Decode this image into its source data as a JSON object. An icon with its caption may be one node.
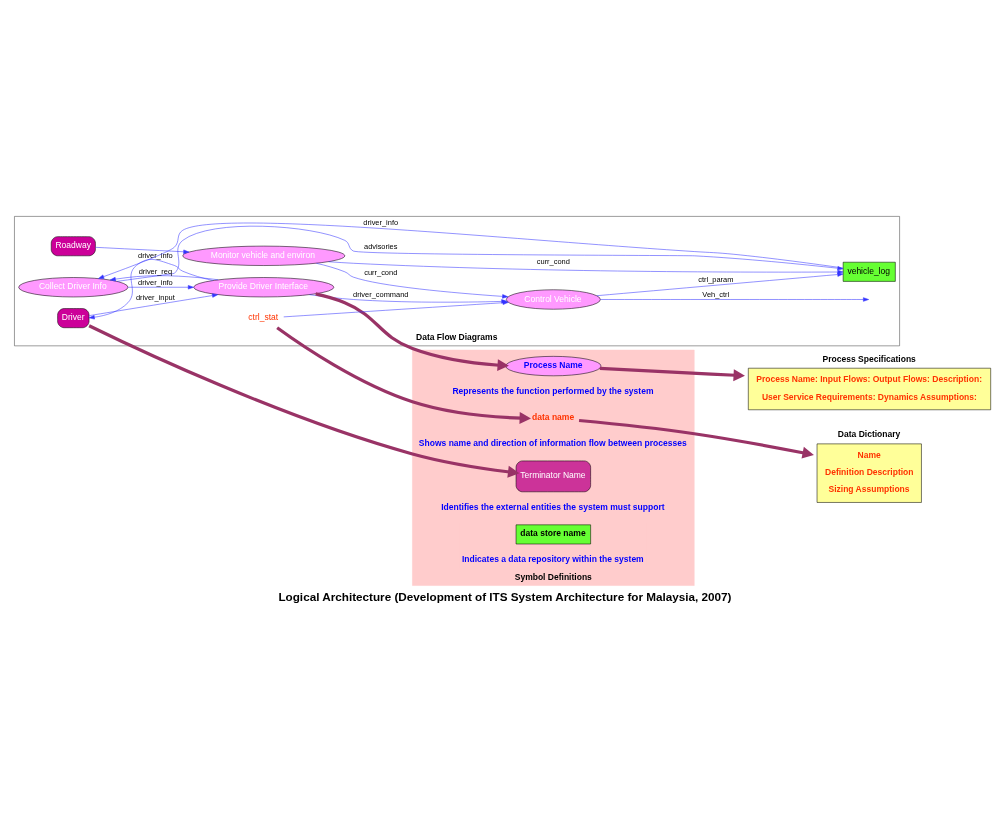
{
  "diagram": {
    "caption": "Logical Architecture (Development of ITS System Architecture for Malaysia, 2007)",
    "nodes": [
      {
        "text": [
          "Data Flow Diagrams"
        ]
      },
      {
        "text": [
          "Driver"
        ],
        "in": 0
      },
      {
        "text": [
          "Collect Driver Info"
        ],
        "in": 0
      },
      {
        "text": [
          "Provide Driver Interface"
        ],
        "in": 0
      },
      {
        "text": [
          "vehicle_log"
        ],
        "in": 0
      },
      {
        "text": [
          "Control Vehicle"
        ],
        "in": 0
      },
      {
        "text": [
          "Monitor vehicle and environ"
        ],
        "in": 0
      },
      {
        "text": [
          "Roadway"
        ],
        "in": 0
      },
      {
        "text": [
          "ctrl_stat"
        ],
        "in": 0
      },
      {
        "text": [
          "Symbol Definitions"
        ]
      },
      {
        "text": [
          "Terminator Name"
        ],
        "in": 9,
        "beside": [
          "Identifies the external entities the system must support"
        ]
      },
      {
        "text": [
          "Process Name"
        ],
        "in": 9,
        "beside": [
          "Represents the function performed by the system"
        ]
      },
      {
        "text": [
          "data name"
        ],
        "in": 9,
        "beside": [
          "Shows name and direction of information flow between processes"
        ]
      },
      {
        "text": [
          "data store name"
        ],
        "in": 9,
        "beside": [
          "Indicates a data repository within the system"
        ]
      },
      {
        "text": [
          "Process Specifications",
          "Process Name: Input Flows: Output Flows: Description:",
          "User Service Requirements: Dynamics Assumptions:"
        ]
      },
      {
        "text": [
          "Data Dictionary",
          "Name",
          "Definition Description",
          "Sizing Assumptions"
        ]
      }
    ],
    "edges": [
      {
        "from": 2,
        "to": 3,
        "arrow": "to",
        "label": "driver_info"
      },
      {
        "from": 1,
        "to": 3,
        "arrow": "to",
        "label": "driver_input"
      },
      {
        "from": 3,
        "to": 2,
        "arrow": "to",
        "label": "driver_req"
      },
      {
        "from": 3,
        "to": 1,
        "arrow": "to",
        "label": "driver_info"
      },
      {
        "from": 2,
        "to": 4,
        "arrow": "to",
        "label": "advisories"
      },
      {
        "from": 4,
        "to": 2,
        "arrow": "to",
        "label": "driver_info"
      },
      {
        "from": 3,
        "to": 5,
        "arrow": "to",
        "label": "driver_command"
      },
      {
        "from": 5,
        "to": 4,
        "arrow": "to",
        "label": "ctrl_param"
      },
      {
        "from": 5,
        "to": null,
        "arrow": "to",
        "label": "Veh_ctrl"
      },
      {
        "from": 6,
        "to": 4,
        "arrow": "to",
        "label": "curr_cond"
      },
      {
        "from": 6,
        "to": 5,
        "arrow": "to",
        "label": "curr_cond"
      },
      {
        "from": 7,
        "to": 6,
        "arrow": "to"
      },
      {
        "from": 8,
        "to": 5,
        "arrow": "to"
      },
      {
        "from": 1,
        "to": 10,
        "arrow": "to",
        "style": "thick",
        "color": "#993366"
      },
      {
        "from": 3,
        "to": 11,
        "arrow": "to",
        "style": "thick",
        "color": "#993366"
      },
      {
        "from": 8,
        "to": 12,
        "arrow": "to",
        "style": "thick",
        "color": "#993366"
      },
      {
        "from": 11,
        "to": 14,
        "arrow": "to",
        "style": "thick",
        "color": "#993366"
      },
      {
        "from": 12,
        "to": 15,
        "arrow": "to",
        "style": "thick",
        "color": "#993366"
      }
    ]
  }
}
